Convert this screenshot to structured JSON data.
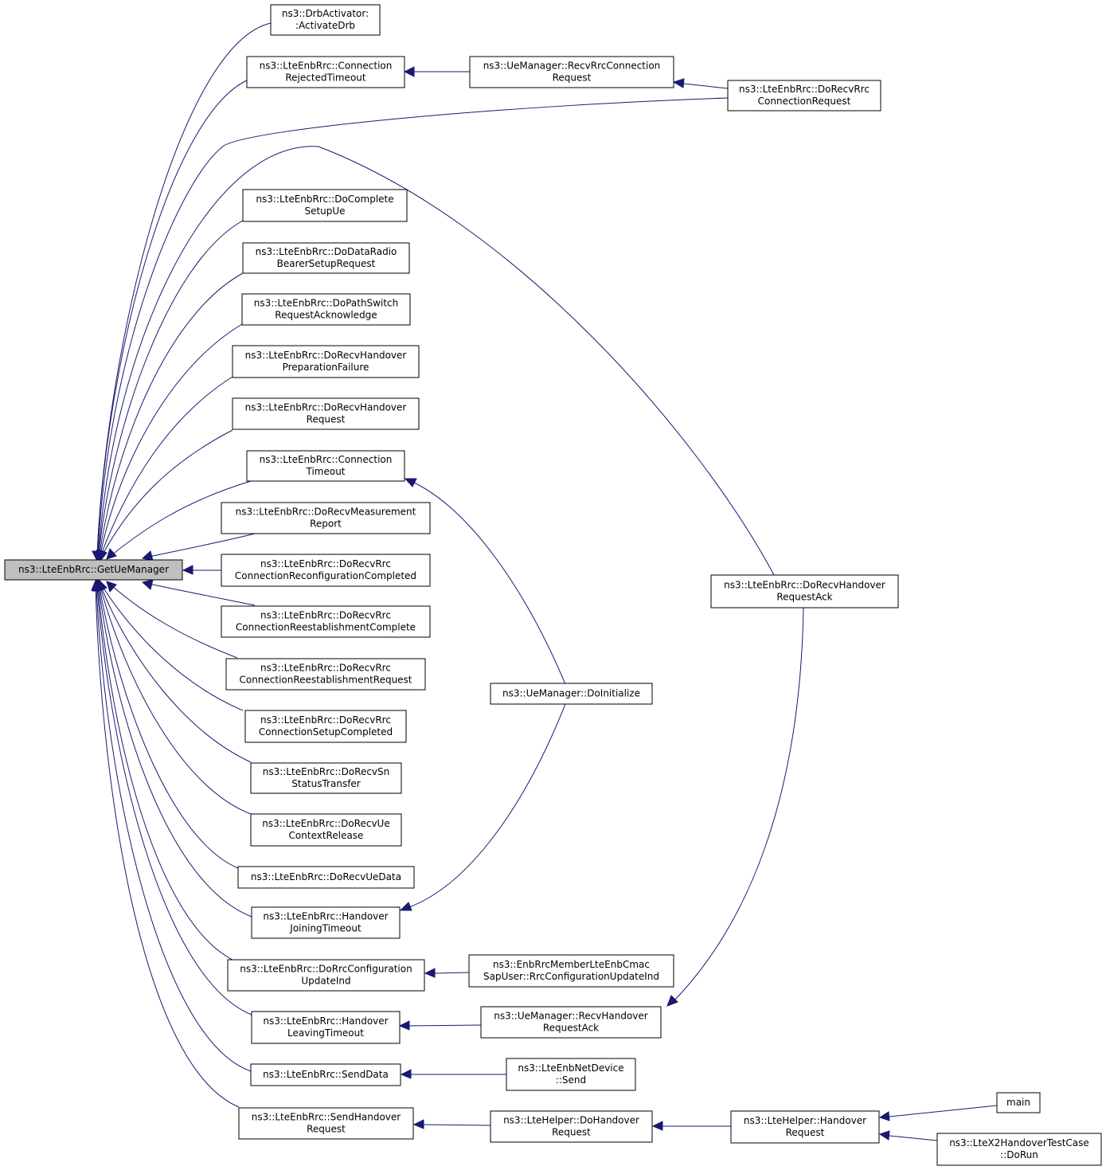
{
  "colors": {
    "edge": "#191970",
    "root_fill": "#bfbfbf",
    "node_fill": "#ffffff",
    "node_border": "#000000"
  },
  "nodes": [
    {
      "id": "root",
      "lines": [
        "ns3::LteEnbRrc::GetUeManager"
      ],
      "root": true
    },
    {
      "id": "activate_drb",
      "lines": [
        "ns3::DrbActivator:",
        ":ActivateDrb"
      ]
    },
    {
      "id": "conn_rejected",
      "lines": [
        "ns3::LteEnbRrc::Connection",
        "RejectedTimeout"
      ]
    },
    {
      "id": "ue_recv_rrc_req",
      "lines": [
        "ns3::UeManager::RecvRrcConnection",
        "Request"
      ]
    },
    {
      "id": "do_recv_rrc_req",
      "lines": [
        "ns3::LteEnbRrc::DoRecvRrc",
        "ConnectionRequest"
      ]
    },
    {
      "id": "do_complete_setup",
      "lines": [
        "ns3::LteEnbRrc::DoComplete",
        "SetupUe"
      ]
    },
    {
      "id": "do_data_radio",
      "lines": [
        "ns3::LteEnbRrc::DoDataRadio",
        "BearerSetupRequest"
      ]
    },
    {
      "id": "do_path_switch",
      "lines": [
        "ns3::LteEnbRrc::DoPathSwitch",
        "RequestAcknowledge"
      ]
    },
    {
      "id": "do_ho_prep_fail",
      "lines": [
        "ns3::LteEnbRrc::DoRecvHandover",
        "PreparationFailure"
      ]
    },
    {
      "id": "do_ho_request",
      "lines": [
        "ns3::LteEnbRrc::DoRecvHandover",
        "Request"
      ]
    },
    {
      "id": "conn_timeout",
      "lines": [
        "ns3::LteEnbRrc::Connection",
        "Timeout"
      ]
    },
    {
      "id": "do_meas_report",
      "lines": [
        "ns3::LteEnbRrc::DoRecvMeasurement",
        "Report"
      ]
    },
    {
      "id": "do_reconf_completed",
      "lines": [
        "ns3::LteEnbRrc::DoRecvRrc",
        "ConnectionReconfigurationCompleted"
      ]
    },
    {
      "id": "do_reest_complete",
      "lines": [
        "ns3::LteEnbRrc::DoRecvRrc",
        "ConnectionReestablishmentComplete"
      ]
    },
    {
      "id": "do_reest_request",
      "lines": [
        "ns3::LteEnbRrc::DoRecvRrc",
        "ConnectionReestablishmentRequest"
      ]
    },
    {
      "id": "do_setup_completed",
      "lines": [
        "ns3::LteEnbRrc::DoRecvRrc",
        "ConnectionSetupCompleted"
      ]
    },
    {
      "id": "do_sn_status",
      "lines": [
        "ns3::LteEnbRrc::DoRecvSn",
        "StatusTransfer"
      ]
    },
    {
      "id": "do_ue_ctx_release",
      "lines": [
        "ns3::LteEnbRrc::DoRecvUe",
        "ContextRelease"
      ]
    },
    {
      "id": "do_recv_ue_data",
      "lines": [
        "ns3::LteEnbRrc::DoRecvUeData"
      ]
    },
    {
      "id": "ho_joining_timeout",
      "lines": [
        "ns3::LteEnbRrc::Handover",
        "JoiningTimeout"
      ]
    },
    {
      "id": "do_rrc_conf_update",
      "lines": [
        "ns3::LteEnbRrc::DoRrcConfiguration",
        "UpdateInd"
      ]
    },
    {
      "id": "ho_leaving_timeout",
      "lines": [
        "ns3::LteEnbRrc::Handover",
        "LeavingTimeout"
      ]
    },
    {
      "id": "send_data",
      "lines": [
        "ns3::LteEnbRrc::SendData"
      ]
    },
    {
      "id": "send_ho_request",
      "lines": [
        "ns3::LteEnbRrc::SendHandover",
        "Request"
      ]
    },
    {
      "id": "do_ho_request_ack",
      "lines": [
        "ns3::LteEnbRrc::DoRecvHandover",
        "RequestAck"
      ]
    },
    {
      "id": "ue_do_initialize",
      "lines": [
        "ns3::UeManager::DoInitialize"
      ]
    },
    {
      "id": "enb_cmac_sap",
      "lines": [
        "ns3::EnbRrcMemberLteEnbCmac",
        "SapUser::RrcConfigurationUpdateInd"
      ]
    },
    {
      "id": "ue_recv_ho_ack",
      "lines": [
        "ns3::UeManager::RecvHandover",
        "RequestAck"
      ]
    },
    {
      "id": "net_device_send",
      "lines": [
        "ns3::LteEnbNetDevice",
        "::Send"
      ]
    },
    {
      "id": "helper_do_ho",
      "lines": [
        "ns3::LteHelper::DoHandover",
        "Request"
      ]
    },
    {
      "id": "helper_ho",
      "lines": [
        "ns3::LteHelper::Handover",
        "Request"
      ]
    },
    {
      "id": "main",
      "lines": [
        "main"
      ]
    },
    {
      "id": "x2_test_run",
      "lines": [
        "ns3::LteX2HandoverTestCase",
        "::DoRun"
      ]
    }
  ]
}
